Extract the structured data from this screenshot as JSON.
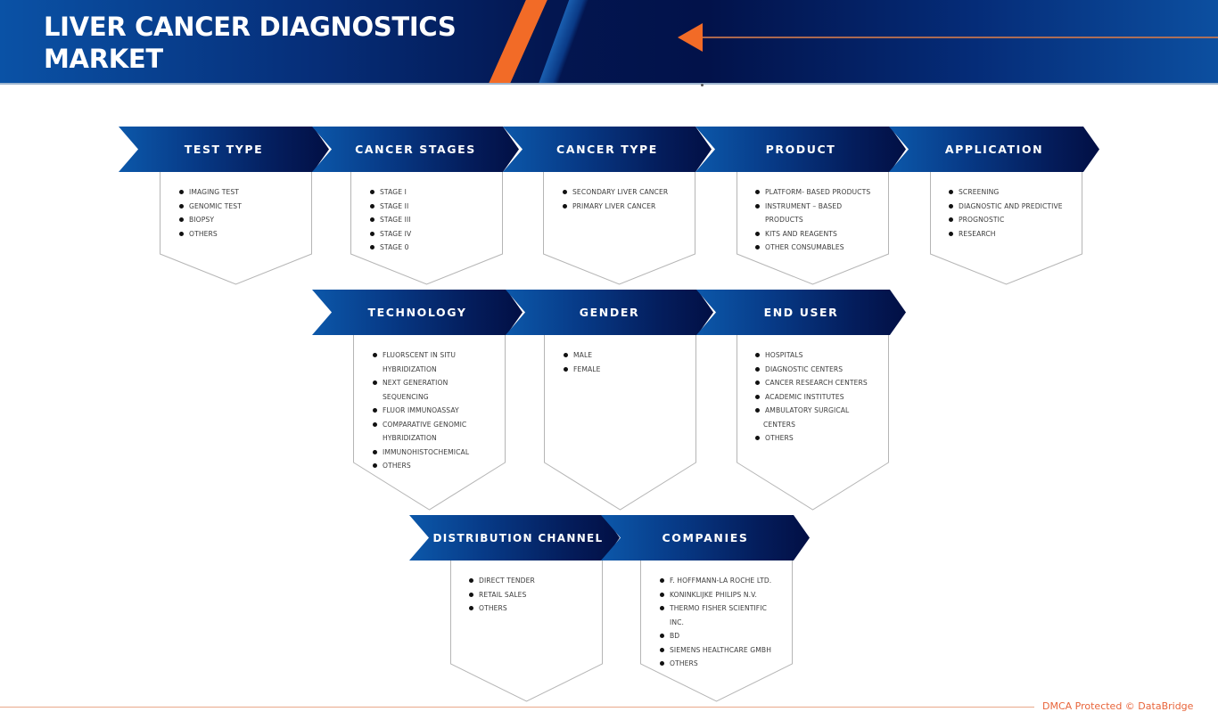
{
  "header": {
    "title_line1": "LIVER CANCER DIAGNOSTICS",
    "title_line2": "MARKET",
    "colors": {
      "navy": "#02124a",
      "blue": "#0c58aa",
      "orange": "#f26b27"
    }
  },
  "segments": [
    {
      "label": "TEST TYPE",
      "items": [
        "IMAGING TEST",
        "GENOMIC TEST",
        "BIOPSY",
        "OTHERS"
      ]
    },
    {
      "label": "CANCER STAGES",
      "items": [
        "STAGE I",
        "STAGE II",
        "STAGE III",
        "STAGE IV",
        "STAGE 0"
      ]
    },
    {
      "label": "CANCER TYPE",
      "items": [
        "SECONDARY LIVER CANCER",
        "PRIMARY LIVER CANCER"
      ]
    },
    {
      "label": "PRODUCT",
      "items": [
        "PLATFORM- BASED PRODUCTS",
        "INSTRUMENT – BASED",
        "PRODUCTS",
        "KITS AND REAGENTS",
        "OTHER CONSUMABLES"
      ]
    },
    {
      "label": "APPLICATION",
      "items": [
        "SCREENING",
        "DIAGNOSTIC AND PREDICTIVE",
        "PROGNOSTIC",
        "RESEARCH"
      ]
    },
    {
      "label": "TECHNOLOGY",
      "items": [
        "FLUORSCENT IN SITU",
        "HYBRIDIZATION",
        "NEXT GENERATION",
        "SEQUENCING",
        "FLUOR IMMUNOASSAY",
        "COMPARATIVE GENOMIC",
        "HYBRIDIZATION",
        "IMMUNOHISTOCHEMICAL",
        "OTHERS"
      ]
    },
    {
      "label": "GENDER",
      "items": [
        "MALE",
        "FEMALE"
      ]
    },
    {
      "label": "END USER",
      "items": [
        "HOSPITALS",
        "DIAGNOSTIC CENTERS",
        "CANCER RESEARCH CENTERS",
        "ACADEMIC INSTITUTES",
        "AMBULATORY SURGICAL",
        "CENTERS",
        "OTHERS"
      ]
    },
    {
      "label": "DISTRIBUTION CHANNEL",
      "items": [
        "DIRECT TENDER",
        "RETAIL SALES",
        "OTHERS"
      ]
    },
    {
      "label": "COMPANIES",
      "items": [
        "F. HOFFMANN-LA ROCHE LTD.",
        "KONINKLIJKE PHILIPS N.V.",
        "THERMO FISHER SCIENTIFIC",
        "INC.",
        "BD",
        "SIEMENS HEALTHCARE GMBH",
        "OTHERS"
      ]
    }
  ],
  "footer": {
    "text": "DMCA Protected © DataBridge"
  }
}
